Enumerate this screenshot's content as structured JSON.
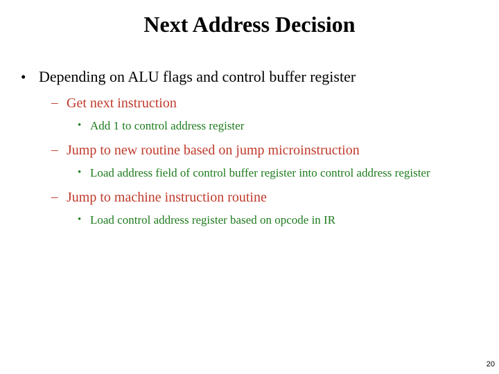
{
  "slide": {
    "title": "Next Address Decision",
    "page_number": "20",
    "colors": {
      "title": "#000000",
      "level1_text": "#000000",
      "level2_text": "#C0392B",
      "level3_text": "#1E7B1E",
      "background": "#FFFFFF"
    },
    "bullets": [
      {
        "level": 1,
        "marker": "•",
        "text": "Depending on ALU flags and control buffer register"
      },
      {
        "level": 2,
        "marker": "–",
        "text": "Get next instruction"
      },
      {
        "level": 3,
        "marker": "•",
        "text": "Add 1 to control address register"
      },
      {
        "level": 2,
        "marker": "–",
        "text": "Jump to new routine based on jump microinstruction"
      },
      {
        "level": 3,
        "marker": "•",
        "text": "Load address field of control buffer register into control address register"
      },
      {
        "level": 2,
        "marker": "–",
        "text": "Jump to machine instruction routine"
      },
      {
        "level": 3,
        "marker": "•",
        "text": "Load control address register based on opcode in IR"
      }
    ]
  }
}
